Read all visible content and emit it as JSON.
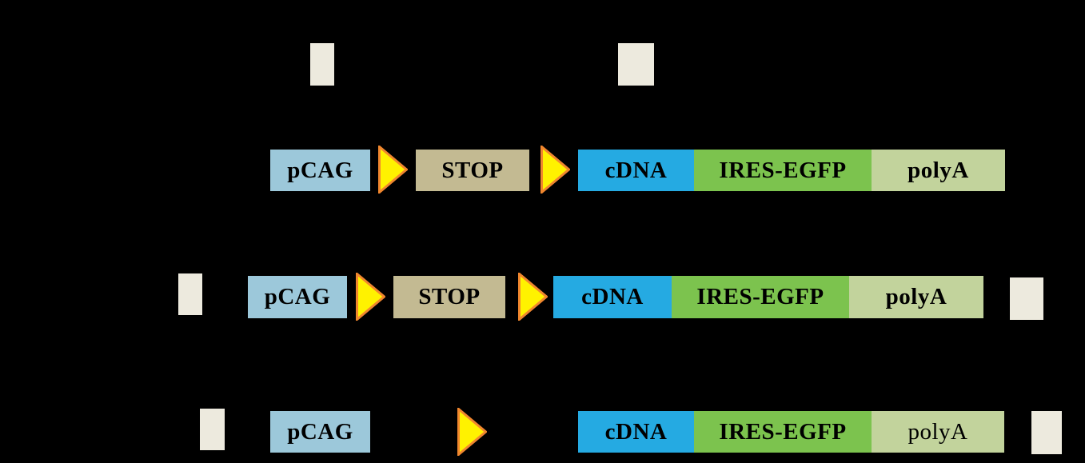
{
  "figure": {
    "description": "Cre-loxP conditional gene expression construct diagram on black background",
    "colors": {
      "background": "#000000",
      "pcag_box": "#9CC8DA",
      "stop_box": "#C3BA92",
      "cdna_box": "#25AAE2",
      "ires_egfp_box": "#7CC34E",
      "polya_box": "#C2D39C",
      "genomic_fragment": "#EDEADE",
      "loxp_fill": "#FFF200",
      "loxp_border": "#F0862E",
      "label_text": "#000000"
    }
  },
  "rows": [
    {
      "name": "top-genomic-fragments"
    },
    {
      "name": "targeting-construct",
      "pcag": "pCAG",
      "stop": "STOP",
      "cdna": "cDNA",
      "ires_egfp": "IRES-EGFP",
      "polya": "polyA"
    },
    {
      "name": "targeted-allele",
      "pcag": "pCAG",
      "stop": "STOP",
      "cdna": "cDNA",
      "ires_egfp": "IRES-EGFP",
      "polya": "polyA"
    },
    {
      "name": "recombined-allele",
      "pcag": "pCAG",
      "cdna": "cDNA",
      "ires_egfp": "IRES-EGFP",
      "polya": "polyA"
    }
  ]
}
